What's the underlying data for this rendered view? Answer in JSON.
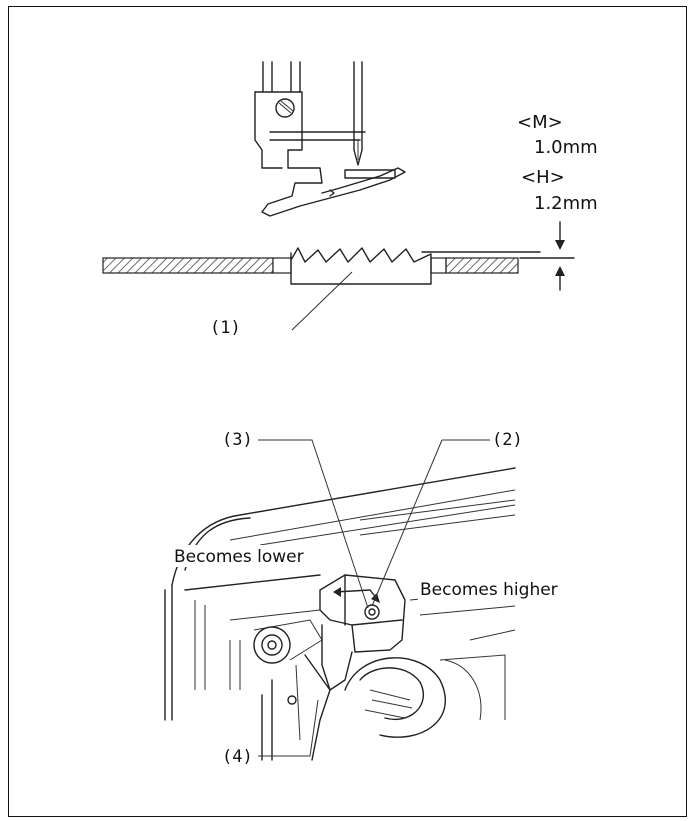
{
  "spec": {
    "m_label": "<M>",
    "m_value": "1.0mm",
    "h_label": "<H>",
    "h_value": "1.2mm"
  },
  "callouts": {
    "c1": "(1)",
    "c2": "(2)",
    "c3": "(3)",
    "c4": "(4)"
  },
  "annotations": {
    "lower": "Becomes lower",
    "higher": "Becomes higher"
  }
}
